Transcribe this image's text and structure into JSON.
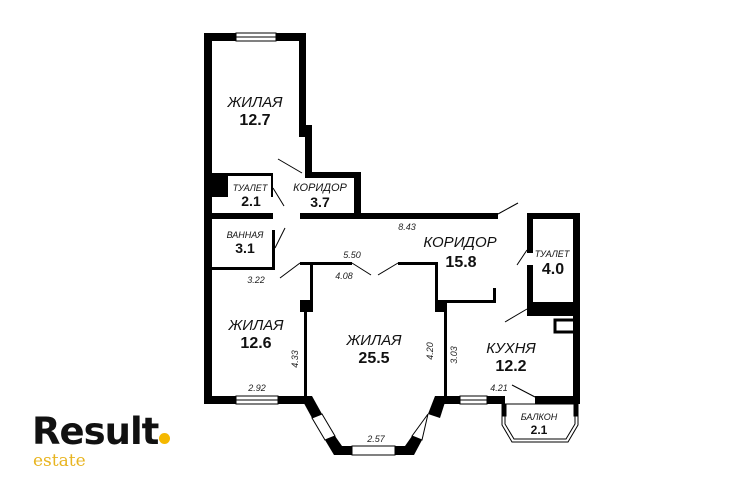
{
  "rooms": [
    {
      "name": "ЖИЛАЯ",
      "area": "12.7"
    },
    {
      "name": "ТУАЛЕТ",
      "area": "2.1"
    },
    {
      "name": "КОРИДОР",
      "area": "3.7"
    },
    {
      "name": "ВАННАЯ",
      "area": "3.1"
    },
    {
      "name": "КОРИДОР",
      "area": "15.8"
    },
    {
      "name": "ТУАЛЕТ",
      "area": "4.0"
    },
    {
      "name": "ЖИЛАЯ",
      "area": "12.6"
    },
    {
      "name": "ЖИЛАЯ",
      "area": "25.5"
    },
    {
      "name": "КУХНЯ",
      "area": "12.2"
    },
    {
      "name": "БАЛКОН",
      "area": "2.1"
    }
  ],
  "dimensions": [
    "8.43",
    "5.50",
    "4.08",
    "3.22",
    "4.33",
    "2.92",
    "4.20",
    "3.03",
    "4.21",
    "2.57"
  ],
  "logo": {
    "main": "Result",
    "sub": "estate"
  },
  "colors": {
    "wall": "#000000",
    "accent": "#f5b800"
  }
}
